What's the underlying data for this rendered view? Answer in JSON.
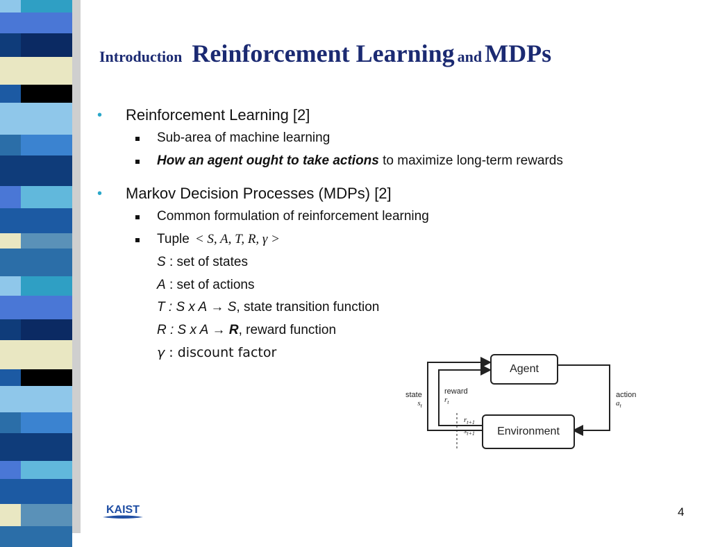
{
  "title": {
    "intro": "Introduction",
    "main1": "Reinforcement Learning",
    "and": "and",
    "main2": "MDPs"
  },
  "section1": {
    "heading": "Reinforcement Learning [2]",
    "items": [
      {
        "text": "Sub-area of machine learning"
      },
      {
        "bold_italic": "How an agent ought to take actions",
        "rest": " to maximize long-term rewards"
      }
    ]
  },
  "section2": {
    "heading": "Markov Decision Processes (MDPs) [2]",
    "item1": "Common formulation of reinforcement learning",
    "tuple_label": "Tuple",
    "tuple_math": "< S, A, T, R, γ >",
    "defs": {
      "s": {
        "sym": "S",
        "sep": " :  ",
        "desc": "set of states"
      },
      "a": {
        "sym": "A",
        "sep": " :  ",
        "desc": "set of actions"
      },
      "t": {
        "sym": "T :  S x A",
        "arrow": " → ",
        "target": "S",
        "desc": ",  state transition function"
      },
      "r": {
        "sym": "R :  S x A",
        "arrow": " → ",
        "target": "R",
        "desc": ",  reward function"
      },
      "g": {
        "sym": "γ",
        "sep": " :  ",
        "desc": "discount factor"
      }
    }
  },
  "diagram": {
    "agent": "Agent",
    "environment": "Environment",
    "state": "state",
    "state_sym": "s",
    "state_sub": "t",
    "reward": "reward",
    "reward_sym": "r",
    "reward_sub": "t",
    "action": "action",
    "action_sym": "a",
    "action_sub": "t",
    "r_next_sym": "r",
    "r_next_sub": "t+1",
    "s_next_sym": "s",
    "s_next_sub": "t+1"
  },
  "footer": {
    "logo_text": "KAIST",
    "page_number": "4"
  },
  "colors": {
    "title": "#1b2a72",
    "bullet": "#2aa7c9",
    "logo": "#1f4ea3"
  }
}
